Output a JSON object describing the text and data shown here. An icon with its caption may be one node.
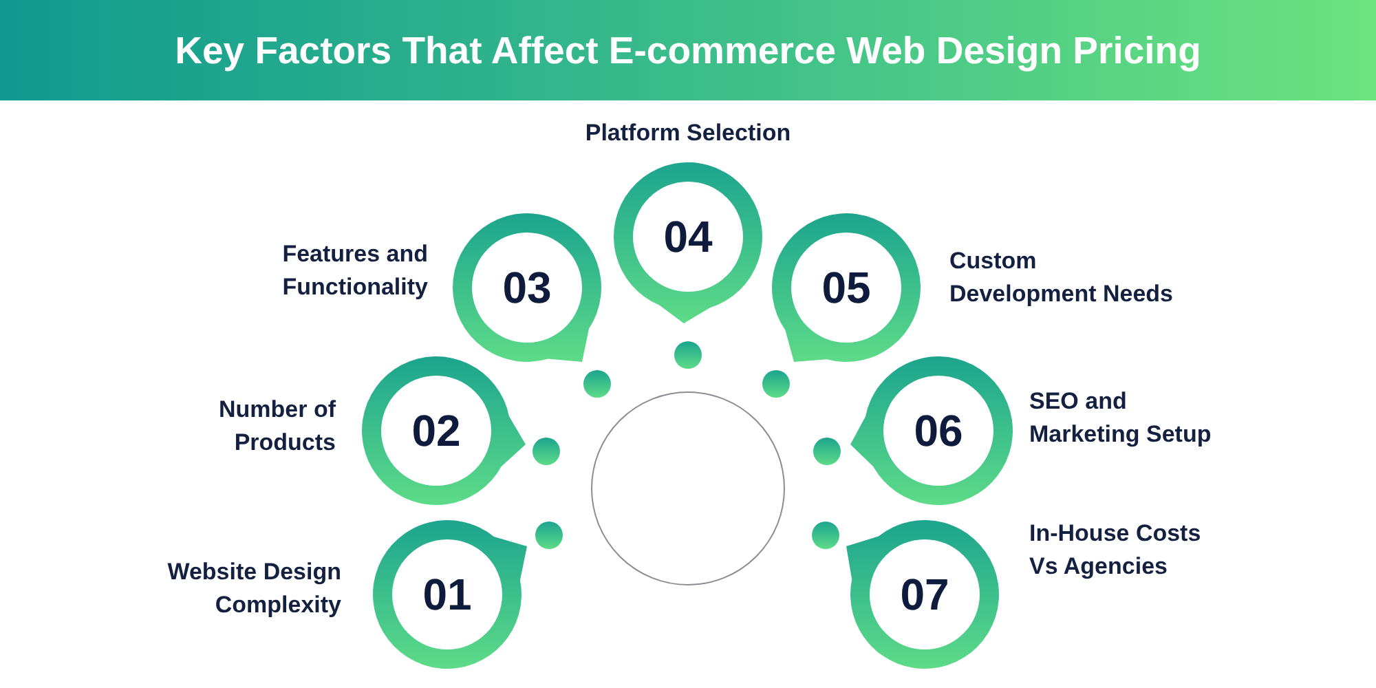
{
  "diagram": {
    "title": "Key Factors That Affect E-commerce Web Design Pricing",
    "nodes": [
      {
        "text": [
          "01"
        ],
        "beside": [
          "Website Design Complexity"
        ]
      },
      {
        "text": [
          "02"
        ],
        "beside": [
          "Number of Products"
        ]
      },
      {
        "text": [
          "03"
        ],
        "beside": [
          "Features and Functionality"
        ]
      },
      {
        "text": [
          "04"
        ],
        "beside": [
          "Platform Selection"
        ]
      },
      {
        "text": [
          "05"
        ],
        "beside": [
          "Custom Development Needs"
        ]
      },
      {
        "text": [
          "06"
        ],
        "beside": [
          "SEO and Marketing Setup"
        ]
      },
      {
        "text": [
          "07"
        ],
        "beside": [
          "In-House Costs Vs Agencies"
        ]
      },
      {
        "text": [],
        "shape": "circle"
      }
    ]
  }
}
